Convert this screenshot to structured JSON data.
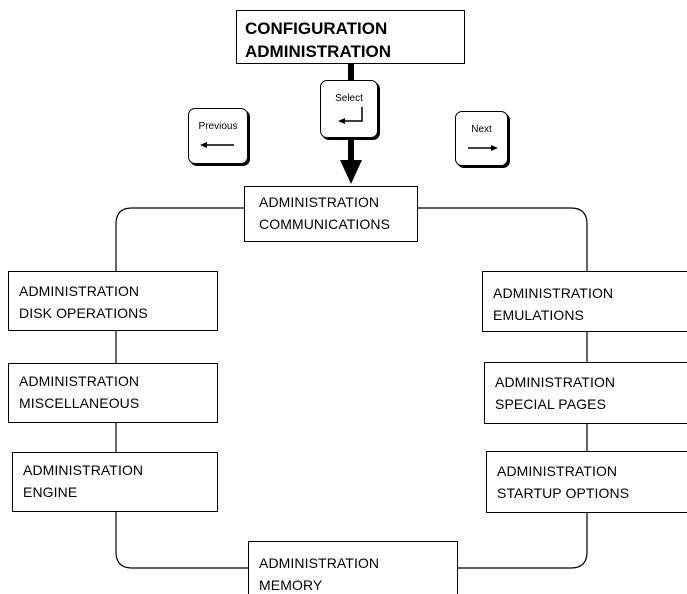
{
  "header": {
    "title_line1": "CONFIGURATION",
    "title_line2": "ADMINISTRATION"
  },
  "keys": {
    "previous": {
      "label": "Previous",
      "icon": "left-arrow-icon"
    },
    "select": {
      "label": "Select",
      "icon": "enter-return-icon"
    },
    "next": {
      "label": "Next",
      "icon": "right-arrow-icon"
    }
  },
  "menu": {
    "communications": {
      "line1": "ADMINISTRATION",
      "line2": "COMMUNICATIONS"
    },
    "disk_operations": {
      "line1": "ADMINISTRATION",
      "line2": "DISK OPERATIONS"
    },
    "miscellaneous": {
      "line1": "ADMINISTRATION",
      "line2": "MISCELLANEOUS"
    },
    "engine": {
      "line1": "ADMINISTRATION",
      "line2": "ENGINE"
    },
    "memory": {
      "line1": "ADMINISTRATION",
      "line2": "MEMORY"
    },
    "emulations": {
      "line1": "ADMINISTRATION",
      "line2": "EMULATIONS"
    },
    "special_pages": {
      "line1": "ADMINISTRATION",
      "line2": "SPECIAL PAGES"
    },
    "startup_options": {
      "line1": "ADMINISTRATION",
      "line2": "STARTUP OPTIONS"
    }
  },
  "colors": {
    "ink": "#000000",
    "paper": "#ffffff"
  }
}
